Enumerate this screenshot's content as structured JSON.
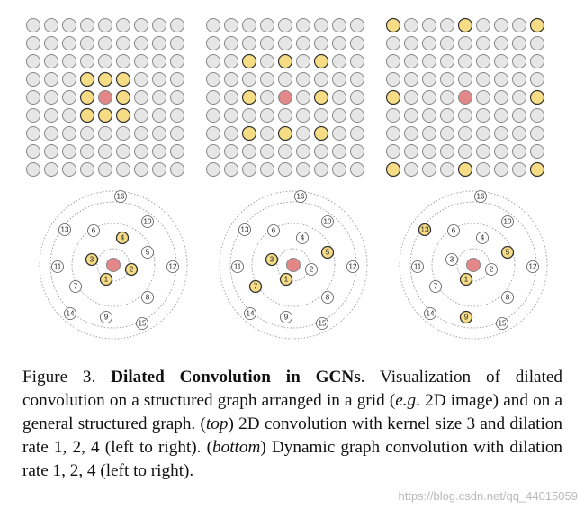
{
  "colors": {
    "node_default": "#e6e6e6",
    "node_stroke": "#888888",
    "node_selected": "#f6dc84",
    "node_selected_stroke": "#333333",
    "node_center": "#e48788",
    "ring_stroke": "#999999"
  },
  "grid_panels": [
    {
      "dilation": 1,
      "neighbors": [
        [
          -1,
          -1
        ],
        [
          0,
          -1
        ],
        [
          1,
          -1
        ],
        [
          -1,
          0
        ],
        [
          1,
          0
        ],
        [
          -1,
          1
        ],
        [
          0,
          1
        ],
        [
          1,
          1
        ]
      ]
    },
    {
      "dilation": 2,
      "neighbors": [
        [
          -2,
          -2
        ],
        [
          0,
          -2
        ],
        [
          2,
          -2
        ],
        [
          -2,
          0
        ],
        [
          2,
          0
        ],
        [
          -2,
          2
        ],
        [
          0,
          2
        ],
        [
          2,
          2
        ]
      ]
    },
    {
      "dilation": 4,
      "neighbors": [
        [
          -4,
          -4
        ],
        [
          0,
          -4
        ],
        [
          4,
          -4
        ],
        [
          -4,
          0
        ],
        [
          4,
          0
        ],
        [
          -4,
          4
        ],
        [
          0,
          4
        ],
        [
          4,
          4
        ]
      ]
    }
  ],
  "graph_panels": [
    {
      "dilation": 1,
      "highlighted": [
        1,
        2,
        3,
        4
      ]
    },
    {
      "dilation": 2,
      "highlighted": [
        1,
        3,
        5,
        7
      ]
    },
    {
      "dilation": 4,
      "highlighted": [
        1,
        5,
        9,
        13
      ]
    }
  ],
  "graph_nodes": [
    {
      "label": "1"
    },
    {
      "label": "2"
    },
    {
      "label": "3"
    },
    {
      "label": "4"
    },
    {
      "label": "5"
    },
    {
      "label": "6"
    },
    {
      "label": "7"
    },
    {
      "label": "8"
    },
    {
      "label": "9"
    },
    {
      "label": "10"
    },
    {
      "label": "11"
    },
    {
      "label": "12"
    },
    {
      "label": "13"
    },
    {
      "label": "14"
    },
    {
      "label": "15"
    },
    {
      "label": "16"
    }
  ],
  "caption": {
    "figure_label": "Figure 3.",
    "title": "Dilated Convolution in GCNs",
    "t1": ". Visualization of dilated convolution on a structured graph arranged in a grid (",
    "eg": "e.g",
    "t2": ". 2D image) and on a general structured graph. (",
    "top": "top",
    "t3": ") 2D convolution with kernel size 3 and dilation rate 1, 2, 4 (left to right). (",
    "bottom": "bottom",
    "t4": ") Dynamic graph convolution with dilation rate 1, 2, 4 (left to right)."
  },
  "watermark": "https://blog.csdn.net/qq_44015059"
}
